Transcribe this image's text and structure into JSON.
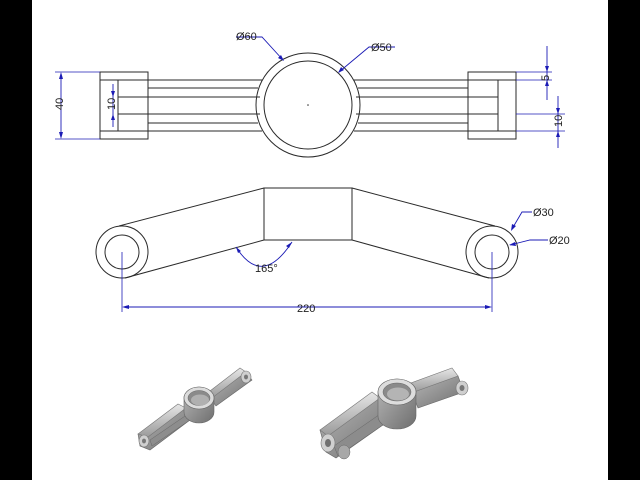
{
  "top_view": {
    "dim_dia_outer": "Ø60",
    "dim_dia_inner": "Ø50",
    "dim_height": "40",
    "dim_slot": "10",
    "dim_wall": "5",
    "dim_thickness": "10"
  },
  "front_view": {
    "dim_boss_outer": "Ø30",
    "dim_boss_hole": "Ø20",
    "dim_angle": "165°",
    "dim_span": "220"
  },
  "isometric_views": [
    "iso-view-left",
    "iso-view-right"
  ]
}
